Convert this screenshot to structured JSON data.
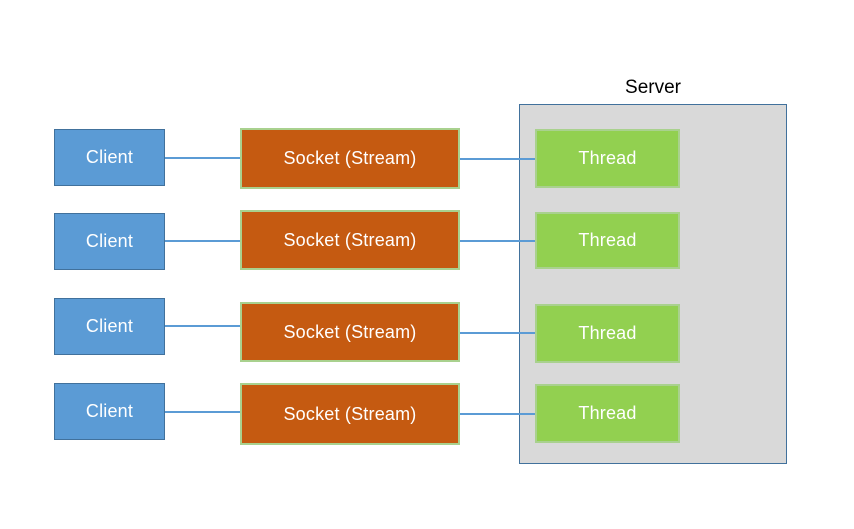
{
  "diagram": {
    "server": {
      "title": "Server"
    },
    "rows": [
      {
        "client": "Client",
        "socket": "Socket (Stream)",
        "thread": "Thread"
      },
      {
        "client": "Client",
        "socket": "Socket (Stream)",
        "thread": "Thread"
      },
      {
        "client": "Client",
        "socket": "Socket (Stream)",
        "thread": "Thread"
      },
      {
        "client": "Client",
        "socket": "Socket (Stream)",
        "thread": "Thread"
      }
    ],
    "colors": {
      "client_fill": "#5B9BD5",
      "client_border": "#41719C",
      "socket_fill": "#C55A11",
      "socket_border": "#A9D18E",
      "thread_fill": "#92D050",
      "thread_border": "#A9D18E",
      "server_fill": "#D9D9D9",
      "server_border": "#41719C",
      "connector": "#5B9BD5",
      "node_text": "#FFFFFF",
      "title_text": "#000000"
    }
  }
}
